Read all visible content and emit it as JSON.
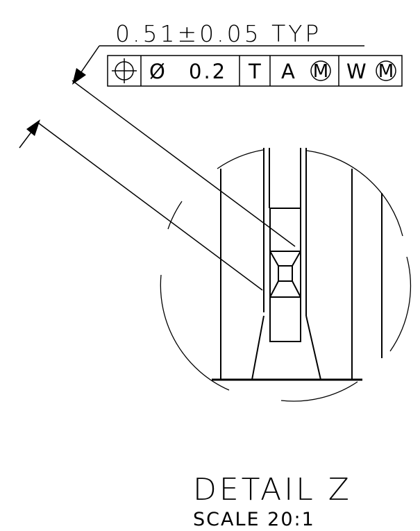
{
  "dimension": {
    "text": "0.51±0.05 TYP"
  },
  "feature_control_frame": {
    "symbol_icon": "position-tolerance-icon",
    "diameter_symbol": "Ø",
    "tolerance": "0.2",
    "cells": [
      "T",
      "A",
      "M",
      "W",
      "M"
    ],
    "modifier_icon": "max-material-condition-icon"
  },
  "detail": {
    "title": "DETAIL Z",
    "scale": "SCALE 20:1"
  }
}
